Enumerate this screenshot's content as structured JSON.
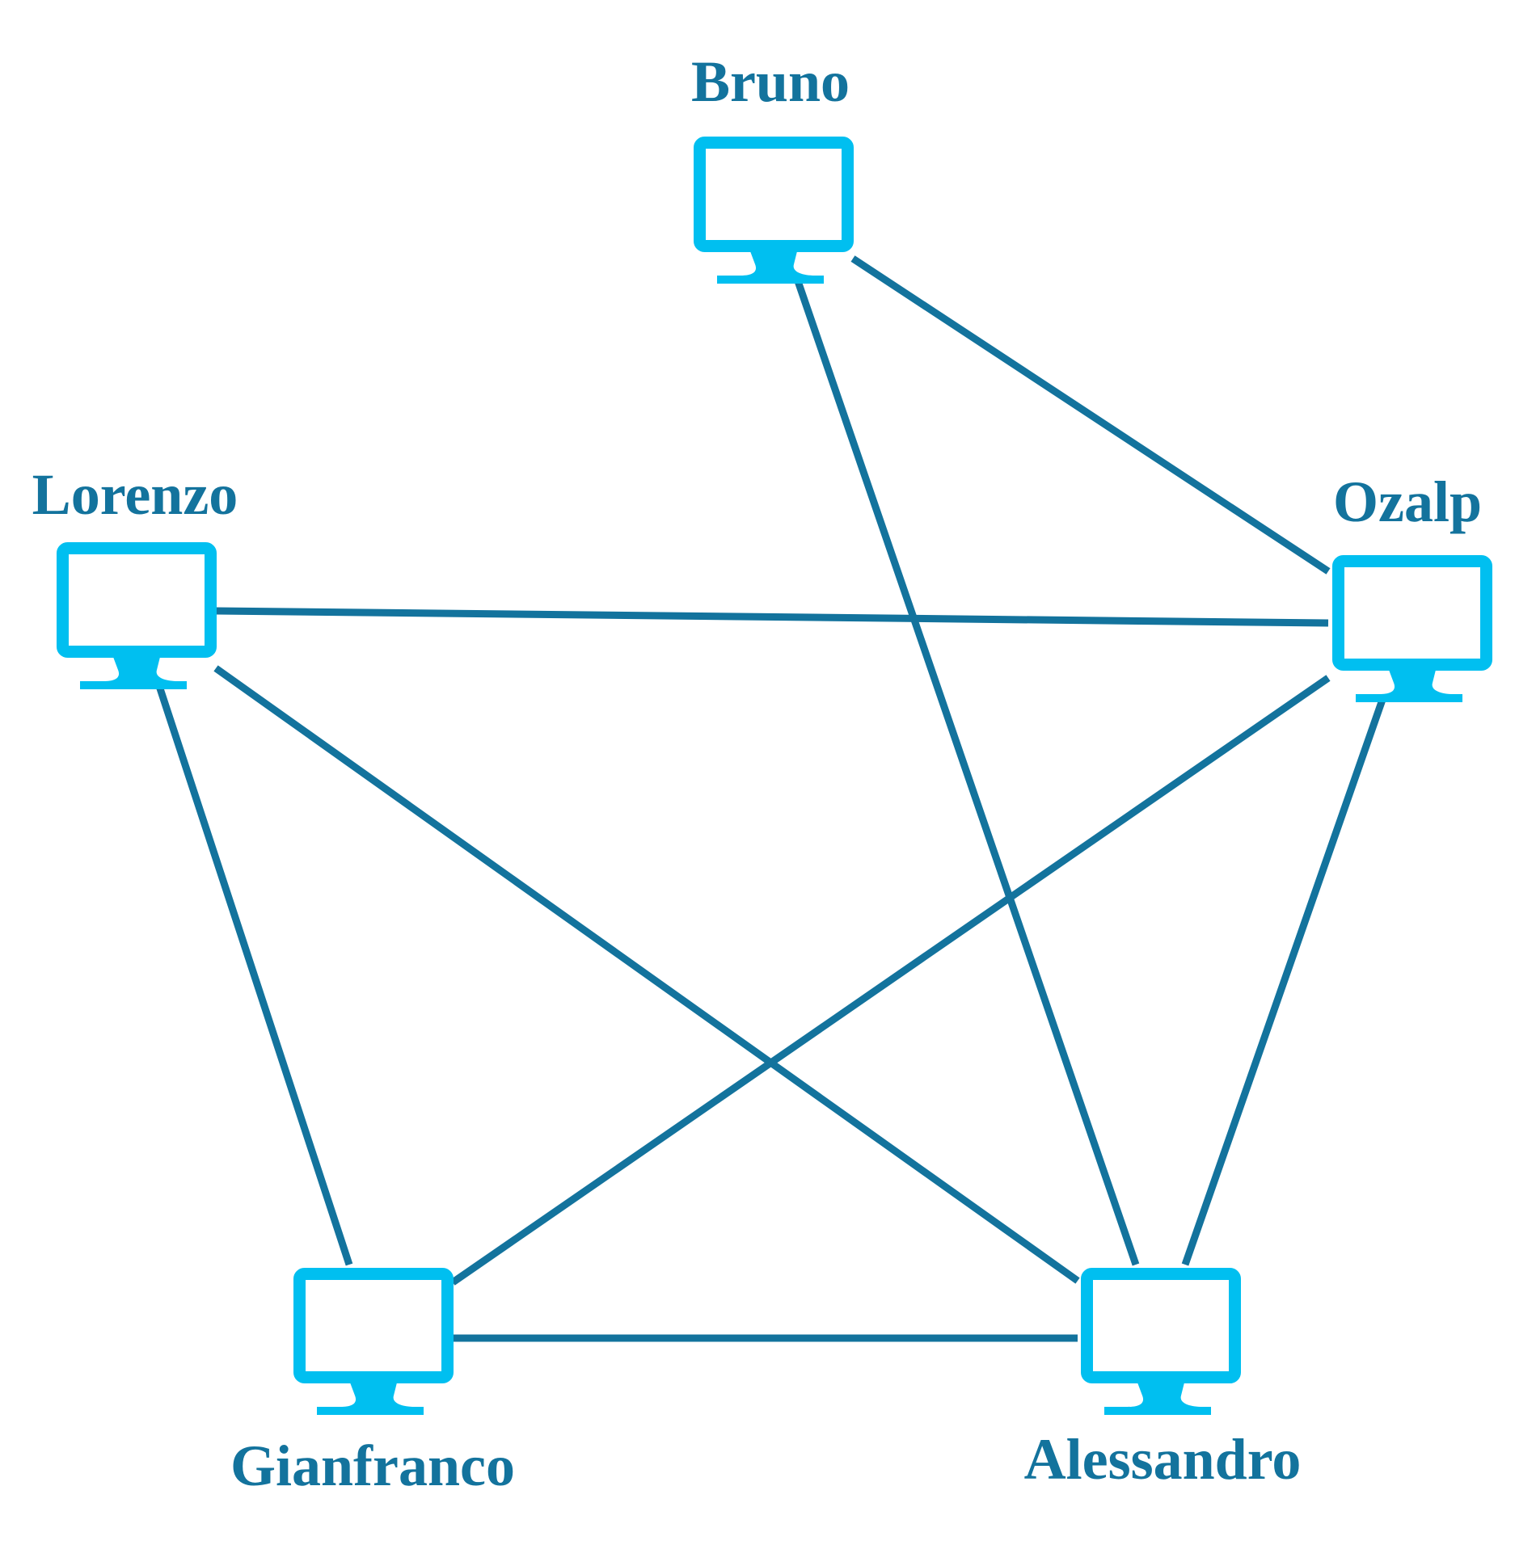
{
  "diagram": {
    "colors": {
      "edge": "#13739d",
      "label": "#13739d",
      "monitor": "#00bff0"
    },
    "nodes": [
      {
        "id": "bruno",
        "label": "Bruno",
        "icon": "monitor-icon"
      },
      {
        "id": "lorenzo",
        "label": "Lorenzo",
        "icon": "monitor-icon"
      },
      {
        "id": "ozalp",
        "label": "Ozalp",
        "icon": "monitor-icon"
      },
      {
        "id": "gianfranco",
        "label": "Gianfranco",
        "icon": "monitor-icon"
      },
      {
        "id": "alessandro",
        "label": "Alessandro",
        "icon": "monitor-icon"
      }
    ],
    "edges": [
      {
        "from": "bruno",
        "to": "ozalp"
      },
      {
        "from": "bruno",
        "to": "alessandro"
      },
      {
        "from": "lorenzo",
        "to": "ozalp"
      },
      {
        "from": "lorenzo",
        "to": "alessandro"
      },
      {
        "from": "lorenzo",
        "to": "gianfranco"
      },
      {
        "from": "ozalp",
        "to": "gianfranco"
      },
      {
        "from": "ozalp",
        "to": "alessandro"
      },
      {
        "from": "gianfranco",
        "to": "alessandro"
      }
    ]
  }
}
